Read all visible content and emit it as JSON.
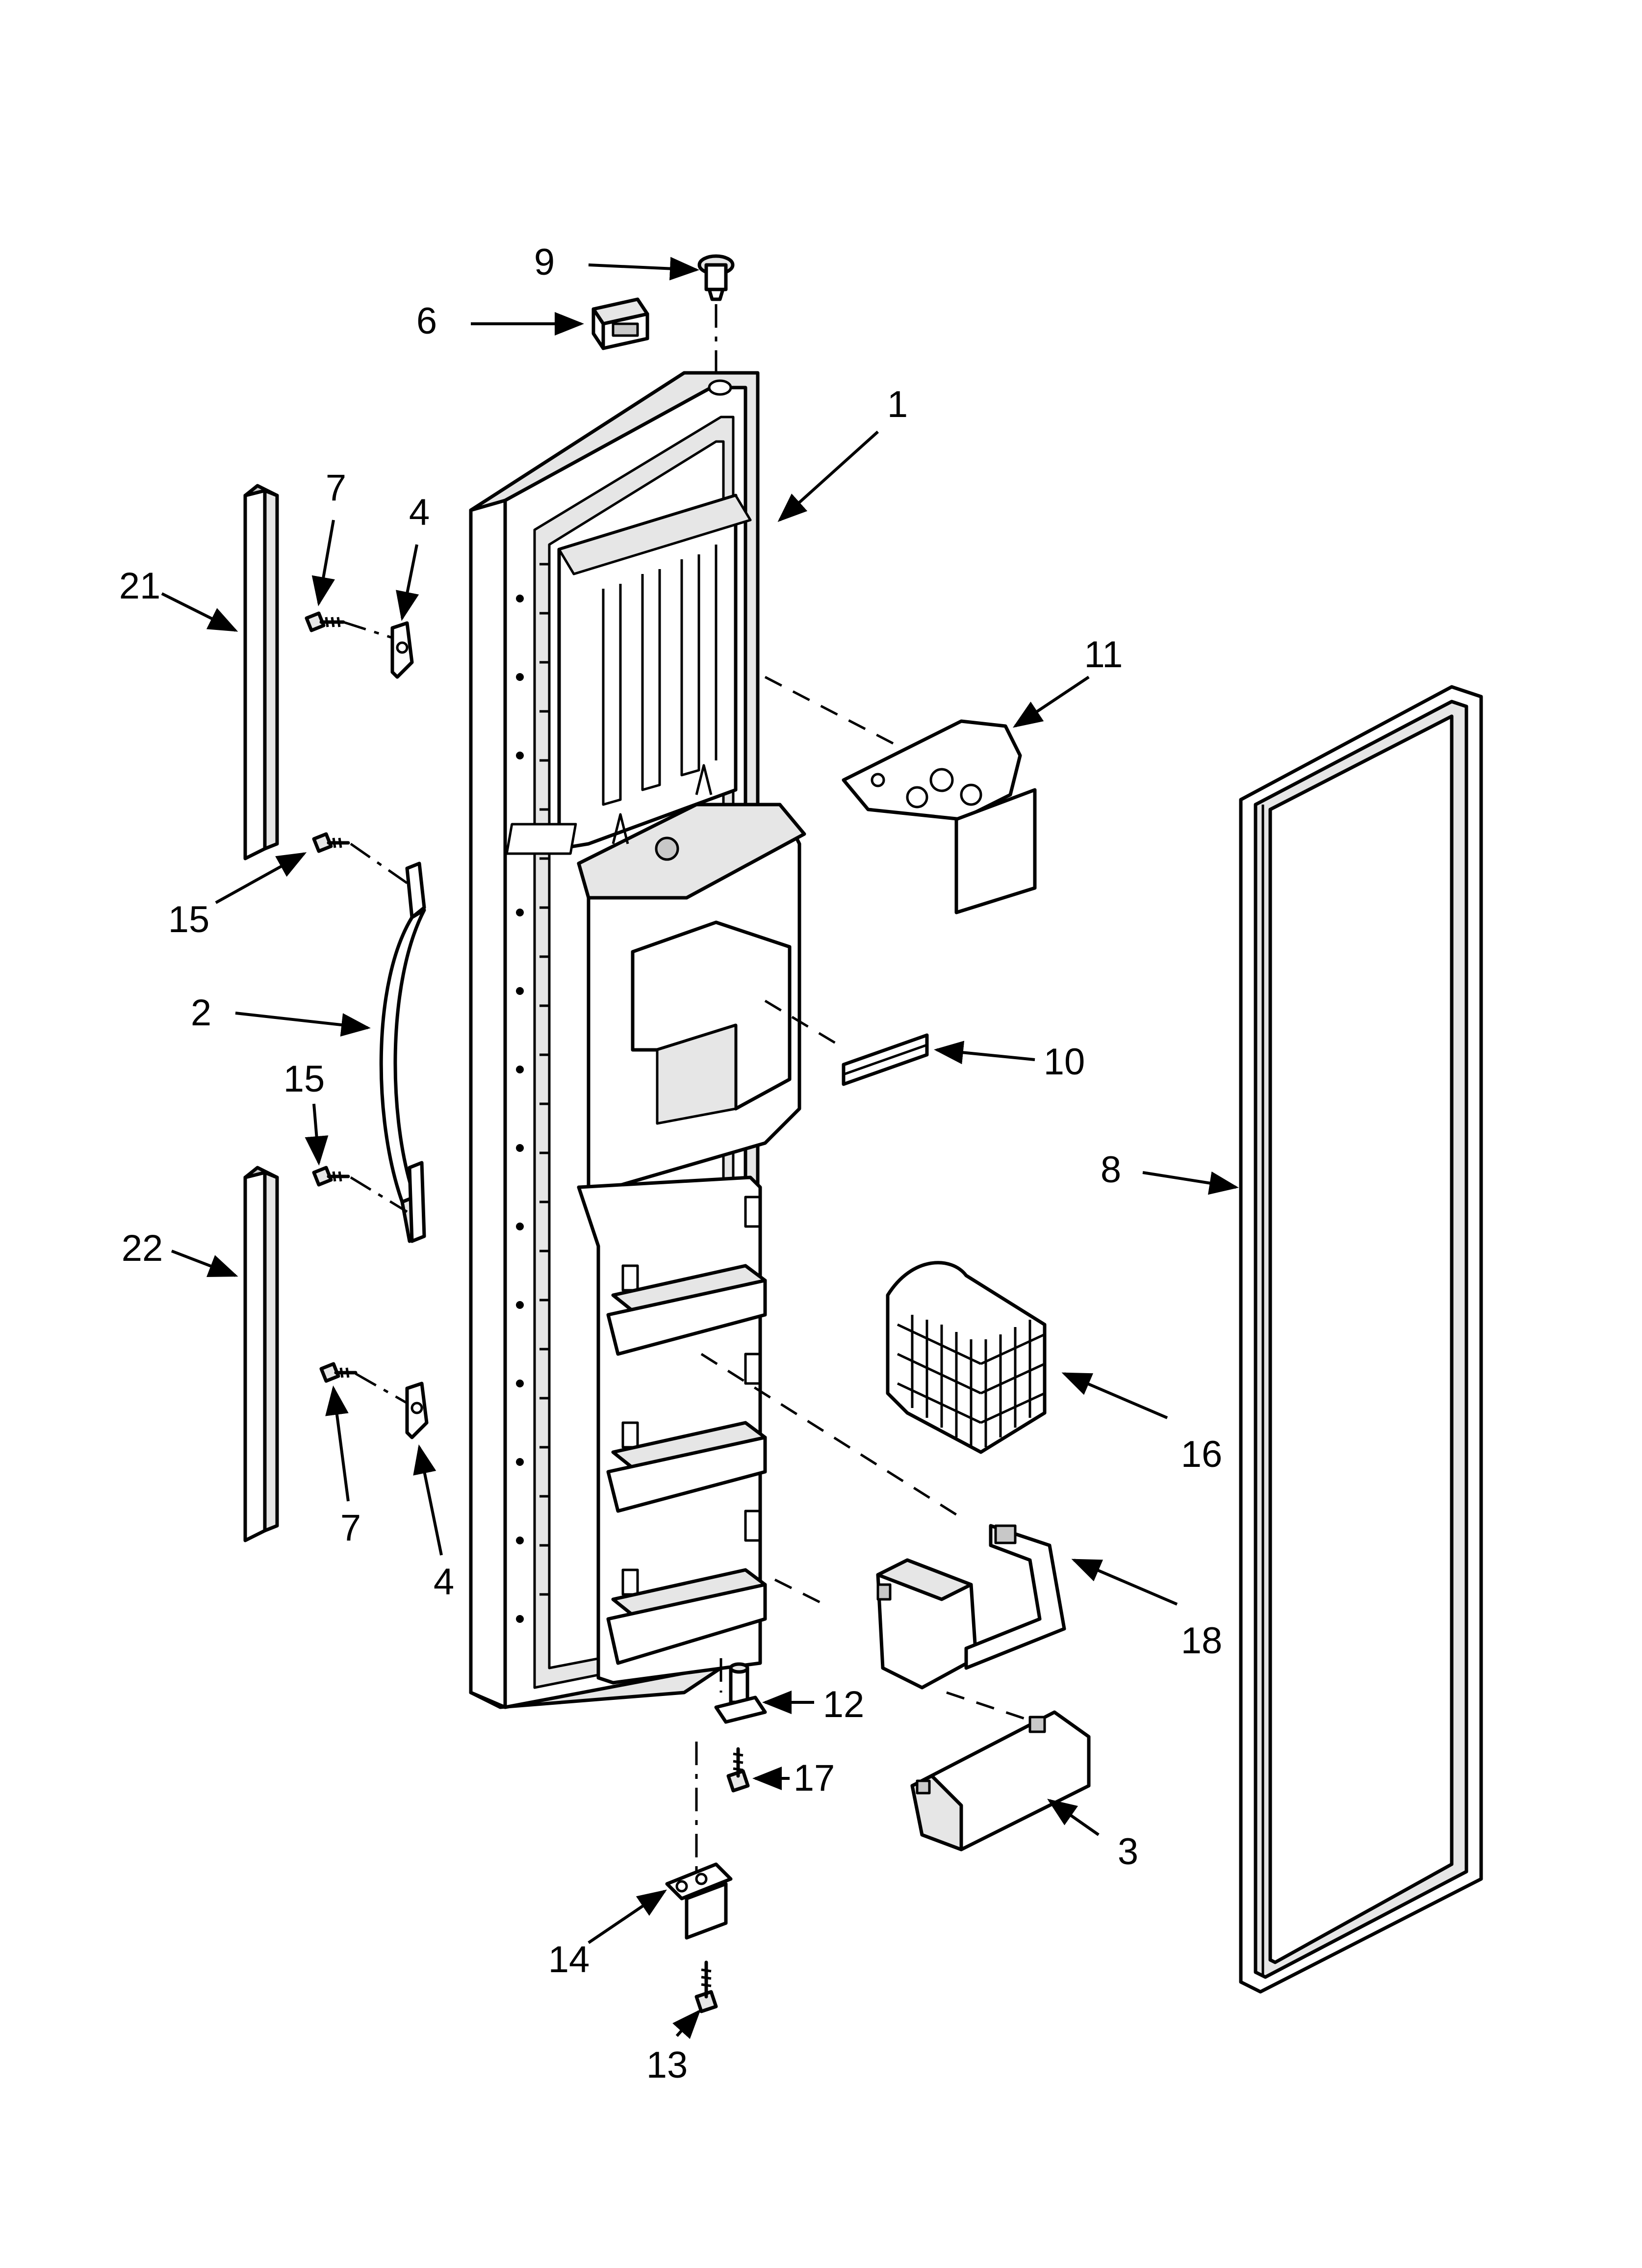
{
  "diagram": {
    "callouts": [
      {
        "id": "c9",
        "label": "9"
      },
      {
        "id": "c6",
        "label": "6"
      },
      {
        "id": "c1",
        "label": "1"
      },
      {
        "id": "c7a",
        "label": "7"
      },
      {
        "id": "c4a",
        "label": "4"
      },
      {
        "id": "c21",
        "label": "21"
      },
      {
        "id": "c11",
        "label": "11"
      },
      {
        "id": "c15a",
        "label": "15"
      },
      {
        "id": "c2",
        "label": "2"
      },
      {
        "id": "c15b",
        "label": "15"
      },
      {
        "id": "c10",
        "label": "10"
      },
      {
        "id": "c8",
        "label": "8"
      },
      {
        "id": "c22",
        "label": "22"
      },
      {
        "id": "c16",
        "label": "16"
      },
      {
        "id": "c7b",
        "label": "7"
      },
      {
        "id": "c4b",
        "label": "4"
      },
      {
        "id": "c18",
        "label": "18"
      },
      {
        "id": "c12",
        "label": "12"
      },
      {
        "id": "c17",
        "label": "17"
      },
      {
        "id": "c3",
        "label": "3"
      },
      {
        "id": "c14",
        "label": "14"
      },
      {
        "id": "c13",
        "label": "13"
      }
    ]
  }
}
